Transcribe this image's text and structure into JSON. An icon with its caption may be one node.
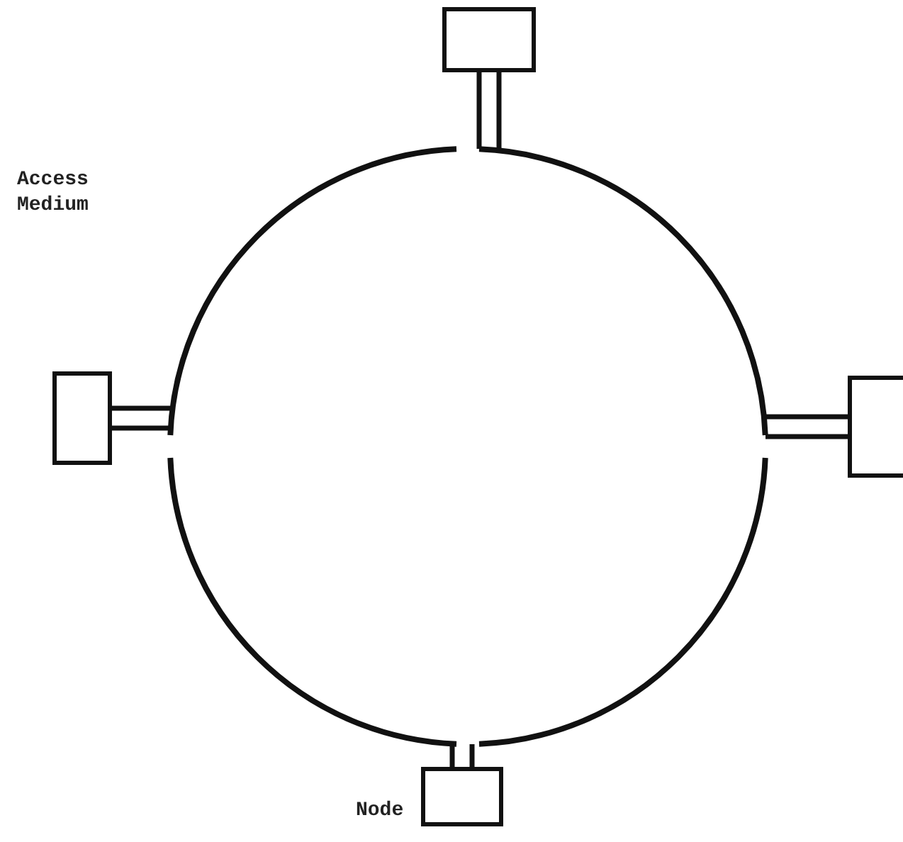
{
  "diagram": {
    "nodes": [
      {
        "text": [],
        "shape": "box"
      },
      {
        "text": [],
        "shape": "box"
      },
      {
        "text": [],
        "shape": "box"
      },
      {
        "text": [],
        "shape": "box",
        "beside": [
          "Node"
        ]
      },
      {
        "text": [],
        "shape": "circle"
      }
    ],
    "edges": [
      {
        "from": 0,
        "to": 4,
        "arrow": "none"
      },
      {
        "from": 1,
        "to": 4,
        "arrow": "none"
      },
      {
        "from": 2,
        "to": 4,
        "arrow": "none"
      },
      {
        "from": 3,
        "to": 4,
        "arrow": "none"
      }
    ],
    "labels": [
      "Access Medium"
    ]
  }
}
